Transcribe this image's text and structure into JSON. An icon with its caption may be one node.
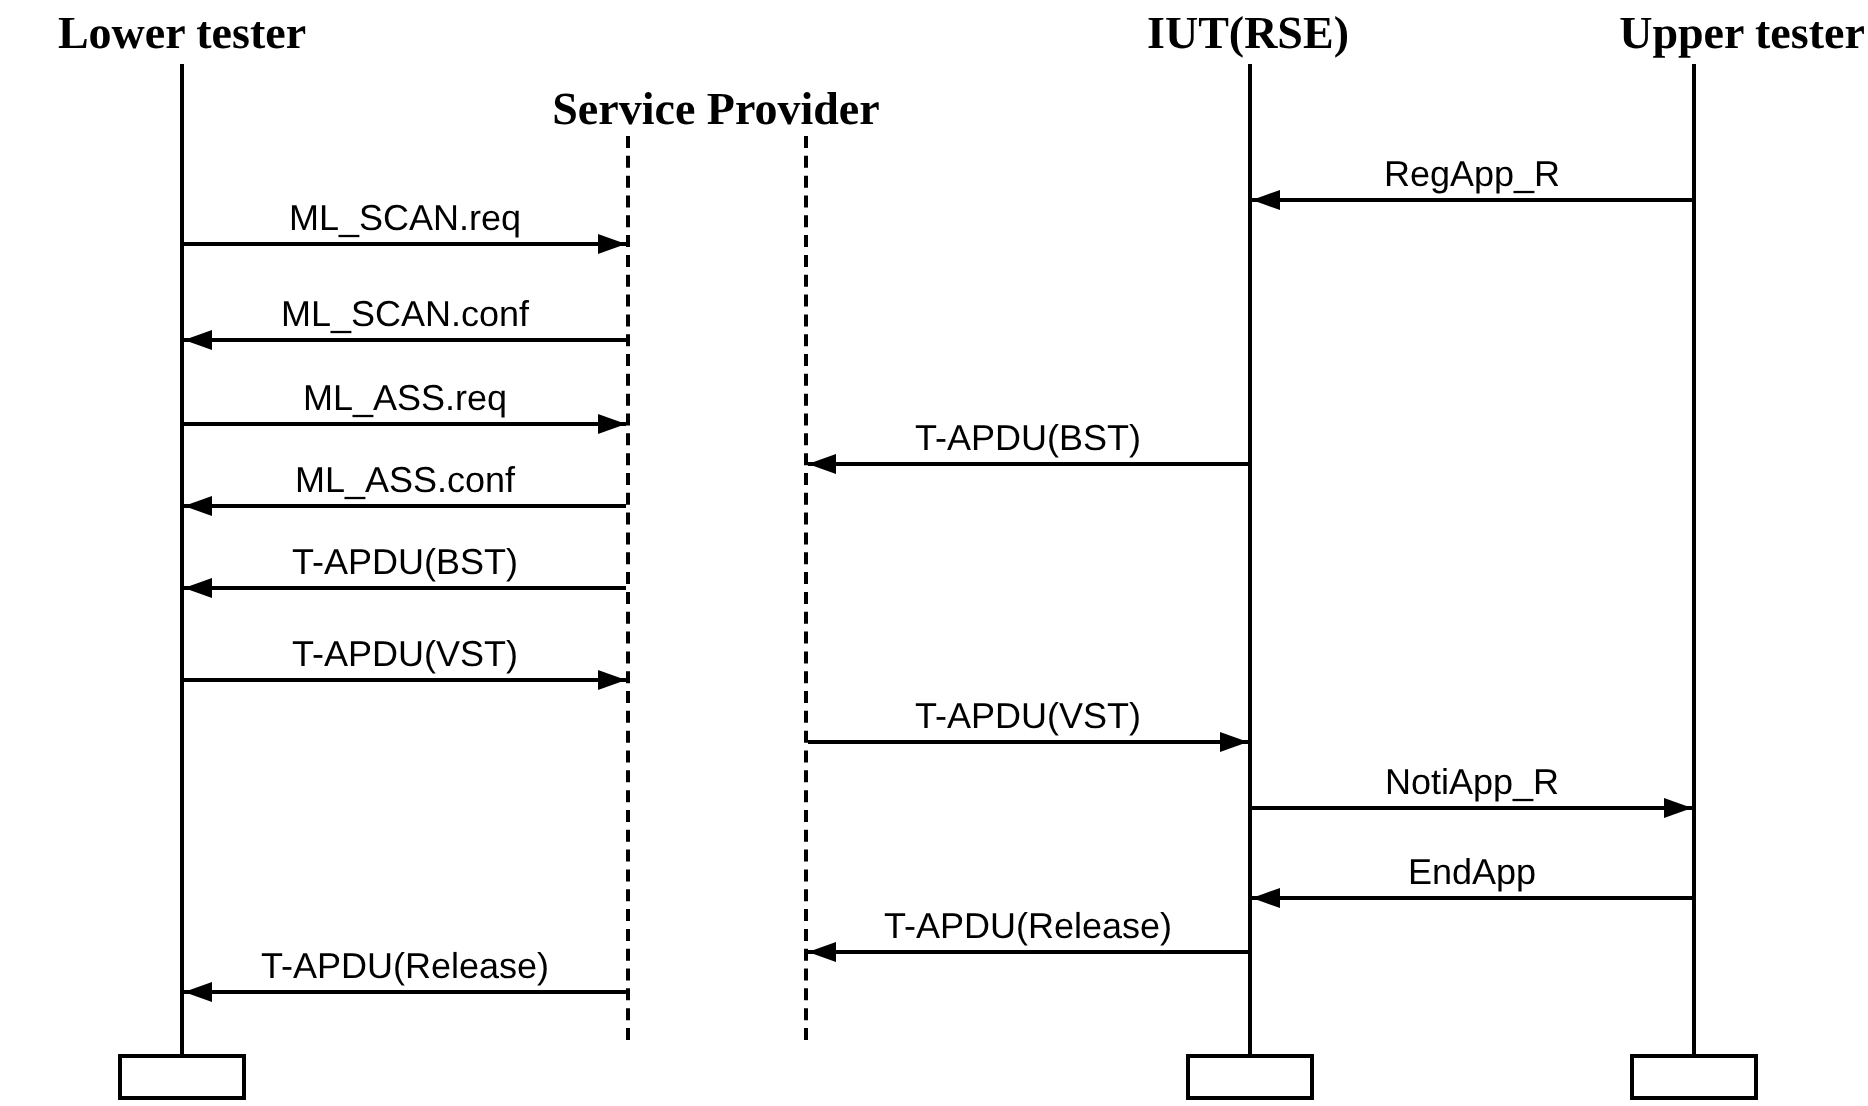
{
  "diagram": {
    "nodes": [
      {
        "text": [
          "Lower tester"
        ]
      },
      {
        "text": [
          "Service Provider"
        ]
      },
      {
        "text": [
          "IUT(RSE)"
        ]
      },
      {
        "text": [
          "Upper tester"
        ]
      },
      {
        "text": [],
        "shape": "line"
      },
      {
        "text": [],
        "shape": "line"
      },
      {
        "text": [],
        "shape": "line"
      },
      {
        "text": [],
        "shape": "line"
      },
      {
        "text": [],
        "shape": "line"
      },
      {
        "text": [],
        "shape": "box"
      },
      {
        "text": [],
        "shape": "box"
      },
      {
        "text": [],
        "shape": "box"
      }
    ],
    "edges": [
      {
        "from": 8,
        "to": 7,
        "arrow": "to",
        "label": "RegApp_R"
      },
      {
        "from": 4,
        "to": 5,
        "arrow": "to",
        "label": "ML_SCAN.req"
      },
      {
        "from": 5,
        "to": 4,
        "arrow": "to",
        "label": "ML_SCAN.conf"
      },
      {
        "from": 4,
        "to": 5,
        "arrow": "to",
        "label": "ML_ASS.req"
      },
      {
        "from": 7,
        "to": 6,
        "arrow": "to",
        "label": "T-APDU(BST)"
      },
      {
        "from": 5,
        "to": 4,
        "arrow": "to",
        "label": "ML_ASS.conf"
      },
      {
        "from": 5,
        "to": 4,
        "arrow": "to",
        "label": "T-APDU(BST)"
      },
      {
        "from": 4,
        "to": 5,
        "arrow": "to",
        "label": "T-APDU(VST)"
      },
      {
        "from": 6,
        "to": 7,
        "arrow": "to",
        "label": "T-APDU(VST)"
      },
      {
        "from": 7,
        "to": 8,
        "arrow": "to",
        "label": "NotiApp_R"
      },
      {
        "from": 8,
        "to": 7,
        "arrow": "to",
        "label": "EndApp"
      },
      {
        "from": 7,
        "to": 6,
        "arrow": "to",
        "label": "T-APDU(Release)"
      },
      {
        "from": 5,
        "to": 4,
        "arrow": "to",
        "label": "T-APDU(Release)"
      }
    ]
  }
}
